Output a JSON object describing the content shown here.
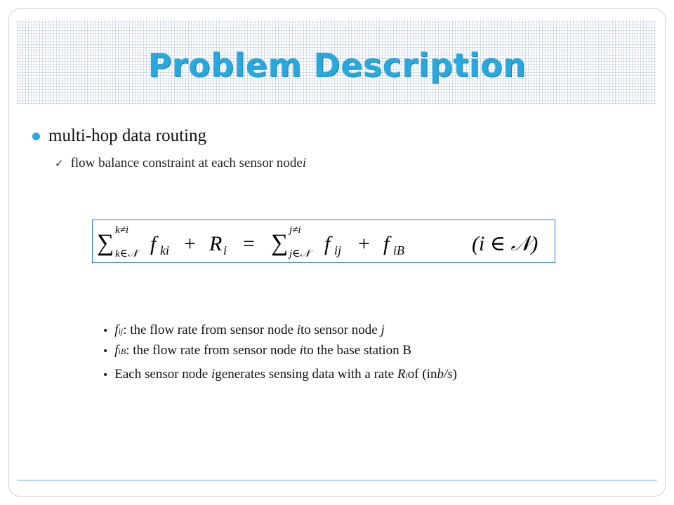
{
  "slide": {
    "title": "Problem Description",
    "bullet_main": "multi-hop data routing",
    "sub_bullet_prefix": "flow balance constraint at each sensor node ",
    "sub_bullet_var": "i"
  },
  "equation": {
    "lhs_sum_super": "k≠i",
    "lhs_sum_sub": "k∈𝒩",
    "lhs_term": "f",
    "lhs_term_sub": "ki",
    "plus1": "+",
    "R": "R",
    "R_sub": "i",
    "eq": "=",
    "rhs_sum_super": "j≠i",
    "rhs_sum_sub": "j∈𝒩",
    "rhs_term1": "f",
    "rhs_term1_sub": "ij",
    "plus2": "+",
    "rhs_term2": "f",
    "rhs_term2_sub": "iB",
    "condition": "(i ∈ 𝒩)"
  },
  "definitions": [
    {
      "sym": "f",
      "sub": "ij",
      "pre": " : the flow rate from sensor node ",
      "v1": "i",
      "mid": " to sensor node ",
      "v2": "j"
    },
    {
      "sym": "f",
      "sub": "iB",
      "pre": " : the flow rate from sensor node ",
      "v1": "i",
      "mid": " to the base station B"
    },
    {
      "text1": "Each sensor node ",
      "v1": "i",
      "text2": " generates sensing data with a rate ",
      "R": "R",
      "R_sub": "i",
      "text3": " of (in ",
      "unit": "b/s",
      "text4": ")"
    }
  ],
  "colors": {
    "title": "#29a8dd",
    "accent": "#29a8dd",
    "box_border": "#2a78c8"
  }
}
